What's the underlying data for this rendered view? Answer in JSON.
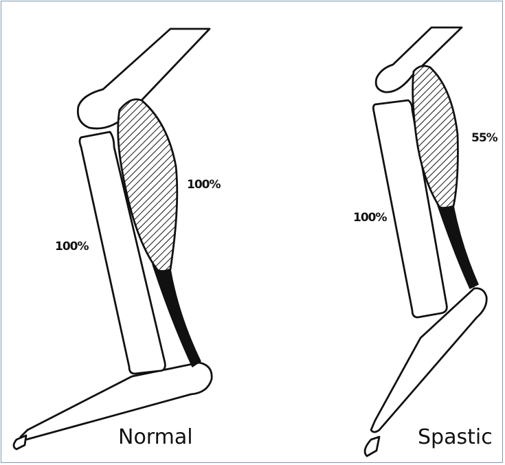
{
  "diagram": {
    "normal": {
      "caption": "Normal",
      "bone_label": "100%",
      "muscle_label": "100%"
    },
    "spastic": {
      "caption": "Spastic",
      "bone_label": "100%",
      "muscle_label": "55%"
    }
  },
  "colors": {
    "ink": "#111111",
    "border": "#7f98b0",
    "background": "#ffffff"
  }
}
